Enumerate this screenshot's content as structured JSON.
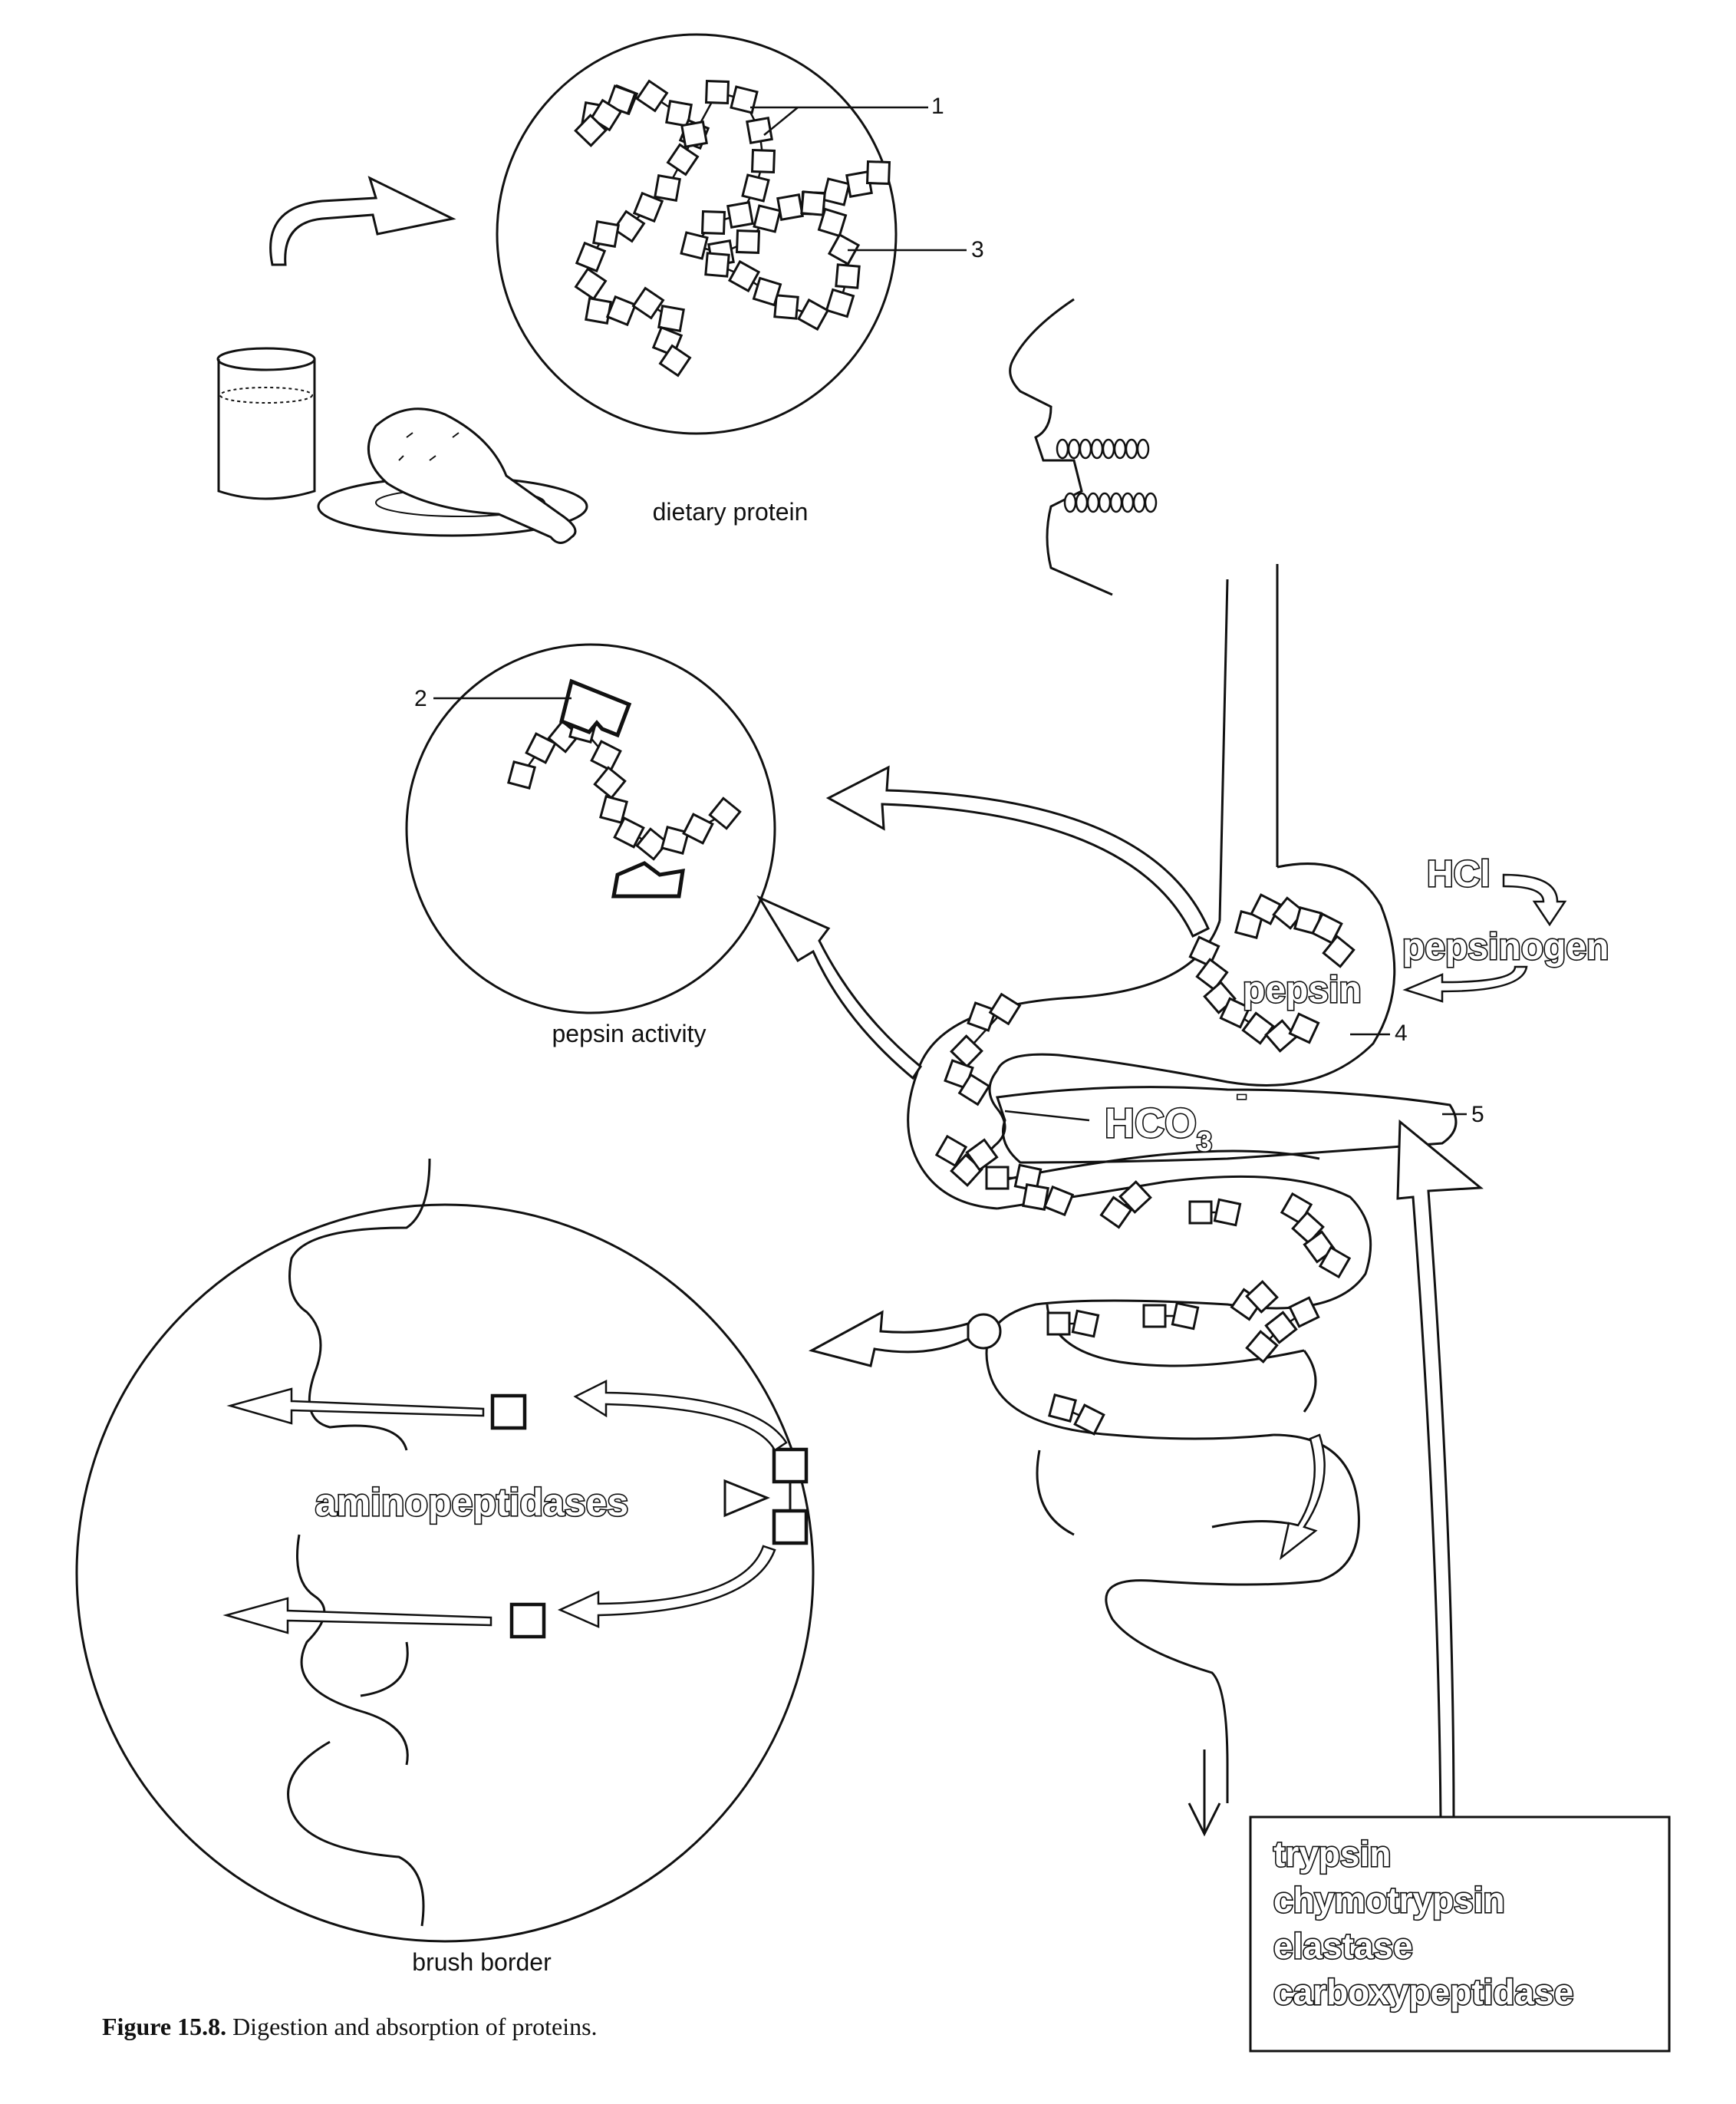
{
  "labels": {
    "dietary_protein": "dietary protein",
    "pepsin_activity": "pepsin activity",
    "brush_border": "brush border",
    "hcl": "HCl",
    "pepsinogen": "pepsinogen",
    "pepsin": "pepsin",
    "hco3_main": "HCO",
    "hco3_sub": "3",
    "hco3_sup": "-",
    "aminopeptidases": "aminopeptidases"
  },
  "callouts": {
    "n1": "1",
    "n2": "2",
    "n3": "3",
    "n4": "4",
    "n5": "5"
  },
  "pancreatic_enzymes": [
    "trypsin",
    "chymotrypsin",
    "elastase",
    "carboxypeptidase"
  ],
  "caption": {
    "figure_number": "Figure 15.8.",
    "text": " Digestion and absorption of proteins."
  }
}
